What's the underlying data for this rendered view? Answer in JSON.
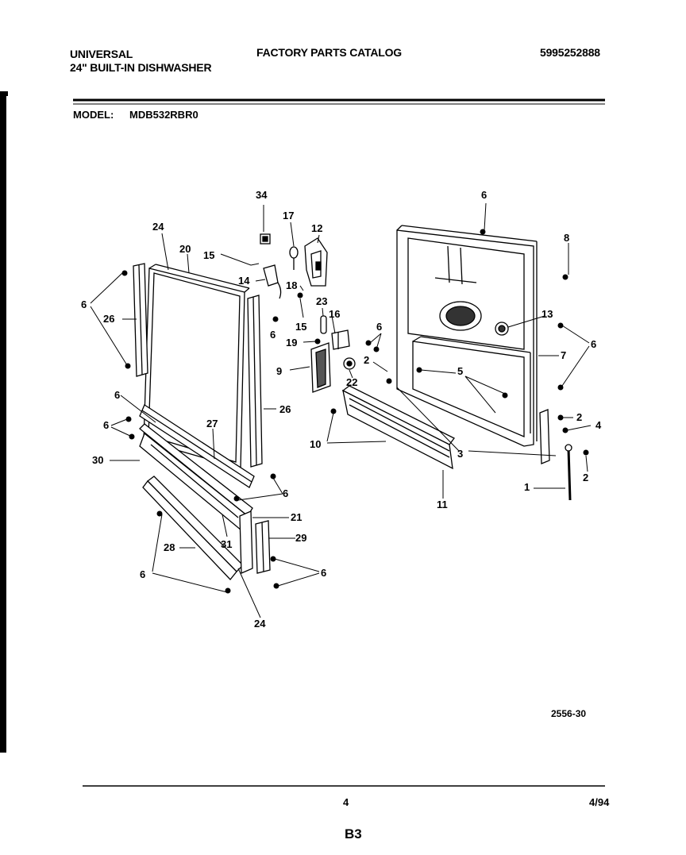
{
  "header": {
    "brand": "UNIVERSAL",
    "product": "24\" BUILT-IN DISHWASHER",
    "catalog_title": "FACTORY PARTS CATALOG",
    "catalog_number": "5995252888",
    "model_label": "MODEL:",
    "model_number": "MDB532RBR0"
  },
  "diagram": {
    "drawing_number": "2556-30",
    "callouts": [
      {
        "id": "c34",
        "text": "34"
      },
      {
        "id": "c17",
        "text": "17"
      },
      {
        "id": "c12",
        "text": "12"
      },
      {
        "id": "c24a",
        "text": "24"
      },
      {
        "id": "c20",
        "text": "20"
      },
      {
        "id": "c15a",
        "text": "15"
      },
      {
        "id": "c14",
        "text": "14"
      },
      {
        "id": "c18",
        "text": "18"
      },
      {
        "id": "c23",
        "text": "23"
      },
      {
        "id": "c15b",
        "text": "15"
      },
      {
        "id": "c16",
        "text": "16"
      },
      {
        "id": "c6a",
        "text": "6"
      },
      {
        "id": "c26a",
        "text": "26"
      },
      {
        "id": "c6b",
        "text": "6"
      },
      {
        "id": "c19",
        "text": "19"
      },
      {
        "id": "c9",
        "text": "9"
      },
      {
        "id": "c22",
        "text": "22"
      },
      {
        "id": "c6c",
        "text": "6"
      },
      {
        "id": "c2a",
        "text": "2"
      },
      {
        "id": "c6top",
        "text": "6"
      },
      {
        "id": "c8",
        "text": "8"
      },
      {
        "id": "c13",
        "text": "13"
      },
      {
        "id": "c7",
        "text": "7"
      },
      {
        "id": "c6d",
        "text": "6"
      },
      {
        "id": "c5",
        "text": "5"
      },
      {
        "id": "c6e",
        "text": "6"
      },
      {
        "id": "c6f",
        "text": "6"
      },
      {
        "id": "c27",
        "text": "27"
      },
      {
        "id": "c26b",
        "text": "26"
      },
      {
        "id": "c30",
        "text": "30"
      },
      {
        "id": "c6g",
        "text": "6"
      },
      {
        "id": "c10",
        "text": "10"
      },
      {
        "id": "c3",
        "text": "3"
      },
      {
        "id": "c2b",
        "text": "2"
      },
      {
        "id": "c4",
        "text": "4"
      },
      {
        "id": "c2c",
        "text": "2"
      },
      {
        "id": "c1",
        "text": "1"
      },
      {
        "id": "c11",
        "text": "11"
      },
      {
        "id": "c21",
        "text": "21"
      },
      {
        "id": "c29",
        "text": "29"
      },
      {
        "id": "c31",
        "text": "31"
      },
      {
        "id": "c28",
        "text": "28"
      },
      {
        "id": "c6h",
        "text": "6"
      },
      {
        "id": "c6i",
        "text": "6"
      },
      {
        "id": "c24b",
        "text": "24"
      }
    ]
  },
  "footer": {
    "page_number": "4",
    "date": "4/94",
    "section_code": "B3"
  }
}
